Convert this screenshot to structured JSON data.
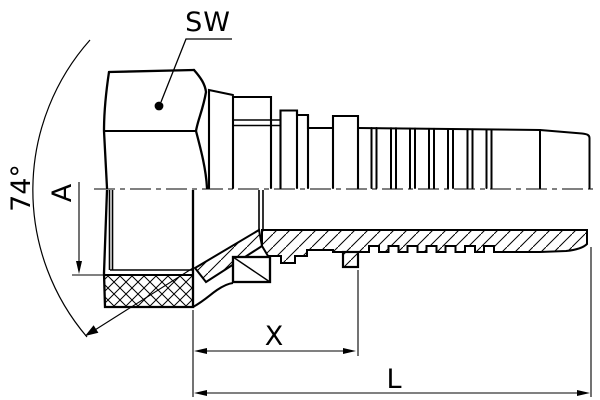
{
  "drawing": {
    "type": "technical-drawing",
    "subject": "hose fitting half-section",
    "labels": {
      "wrench_size": "SW",
      "cone_angle": "74°",
      "seat_diameter": "A",
      "cutoff_length": "X",
      "overall_length": "L"
    },
    "colors": {
      "line": "#000000",
      "background": "#ffffff"
    }
  }
}
